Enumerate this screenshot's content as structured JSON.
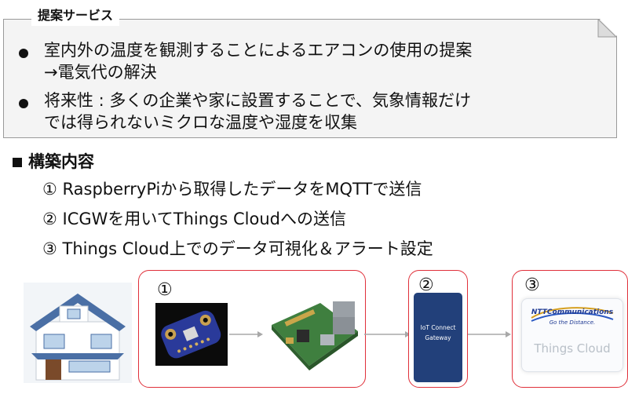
{
  "proposal": {
    "label": "提案サービス",
    "bullets": [
      {
        "line1": "室内外の温度を観測することによるエアコンの使用の提案",
        "line2": "→電気代の解決"
      },
      {
        "line1": "将来性 : 多くの企業や家に設置することで、気象情報だけ",
        "line2": "では得られないミクロな温度や湿度を収集"
      }
    ]
  },
  "build": {
    "title": "構築内容",
    "steps": [
      "① RaspberryPiから取得したデータをMQTTで送信",
      "② ICGWを用いてThings Cloudへの送信",
      "③ Things Cloud上でのデータ可視化＆アラート設定"
    ]
  },
  "diagram": {
    "frame1_num": "①",
    "frame2_num": "②",
    "frame3_num": "③",
    "gateway_line1": "IoT Connect",
    "gateway_line2": "Gateway",
    "ntt_name": "NTTCommunications",
    "ntt_tagline": "Go the Distance.",
    "product_name": "Things Cloud",
    "accent_red": "#e0303a",
    "gateway_blue": "#22407a",
    "ntt_blue": "#1f3a93"
  }
}
